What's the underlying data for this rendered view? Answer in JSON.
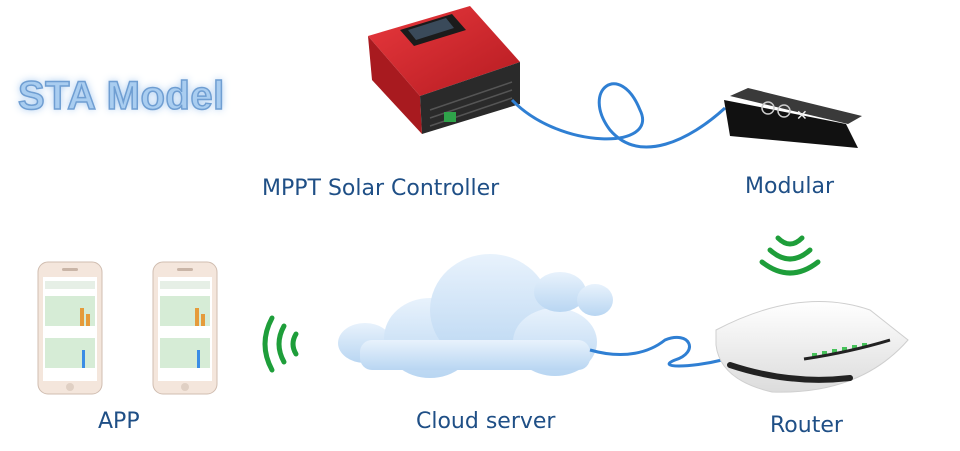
{
  "title": "STA Model",
  "components": {
    "controller": {
      "label": "MPPT Solar Controller"
    },
    "module": {
      "label": "Modular"
    },
    "app": {
      "label": "APP"
    },
    "cloud": {
      "label": "Cloud server"
    },
    "router": {
      "label": "Router"
    }
  },
  "icons": {
    "controller": "solar-controller-icon",
    "module": "wifi-module-icon",
    "router": "router-icon",
    "cloud": "cloud-icon",
    "phones": "smartphone-icon",
    "signal": "wireless-signal-icon",
    "cable": "network-cable-icon"
  },
  "colors": {
    "title": "#a9cdf0",
    "label": "#1f4f86",
    "controller_body": "#d8262c",
    "cable": "#2f7fd3",
    "signal": "#1e9e3a",
    "cloud": "#cfe3f7"
  }
}
